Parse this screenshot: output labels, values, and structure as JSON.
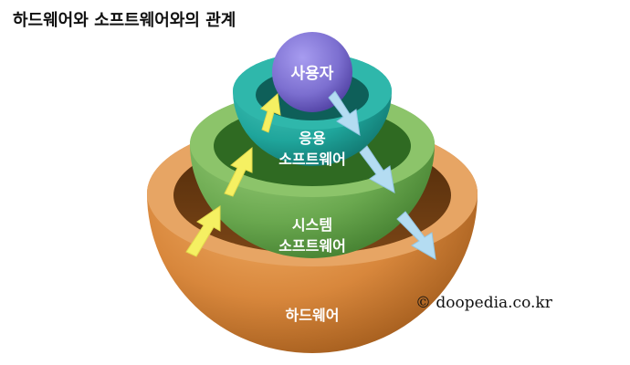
{
  "title": "하드웨어와 소프트웨어와의 관계",
  "labels": {
    "user": "사용자",
    "app_line1": "응용",
    "app_line2": "소프트웨어",
    "sys_line1": "시스템",
    "sys_line2": "소프트웨어",
    "hardware": "하드웨어"
  },
  "credit": "© doopedia.co.kr",
  "colors": {
    "hardware": "#d8873c",
    "system_software": "#6aa84f",
    "application_software": "#1fa59b",
    "user": "#7c6fd0",
    "up_arrow": "#f5f062",
    "down_arrow": "#b4dcf2"
  }
}
